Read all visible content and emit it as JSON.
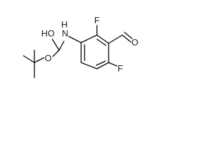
{
  "molecule": {
    "atoms": {
      "ho": "HO",
      "o_carbonyl": "O",
      "nh": "N",
      "h_on_n": "H",
      "f_top": "F",
      "f_bottom": "F",
      "o_ester": "O",
      "o_aldehyde": "O"
    }
  }
}
